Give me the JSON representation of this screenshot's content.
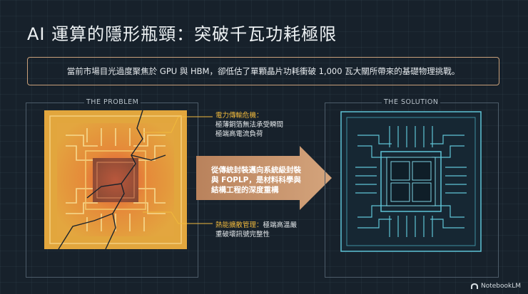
{
  "title": "AI 運算的隱形瓶頸：突破千瓦功耗極限",
  "subtitle": "當前市場目光過度聚焦於 GPU 與 HBM，卻低估了單顆晶片功耗衝破 1,000 瓦大關所帶來的基礎物理挑戰。",
  "problem": {
    "label": "THE PROBLEM",
    "callout_power_heading": "電力傳輸危機：",
    "callout_power_line1": "極薄銅箔無法承受瞬間",
    "callout_power_line2": "極端高電流負荷",
    "callout_thermal_heading": "熱能擴散管理：",
    "callout_thermal_inline": "極端高溫嚴",
    "callout_thermal_line2": "重破壞訊號完整性"
  },
  "transition": {
    "line1": "從傳統封裝邁向系統級封裝",
    "line2": "與 FOPLP，是材料科學與",
    "line3": "結構工程的深度重構"
  },
  "solution": {
    "label": "THE SOLUTION"
  },
  "branding": {
    "name": "NotebookLM"
  },
  "colors": {
    "background": "#17212b",
    "accent_gold": "#f0b93c",
    "accent_copper": "#c9a07a",
    "solution_cyan": "#5fc4d6",
    "problem_orange": "#e8a13a"
  }
}
